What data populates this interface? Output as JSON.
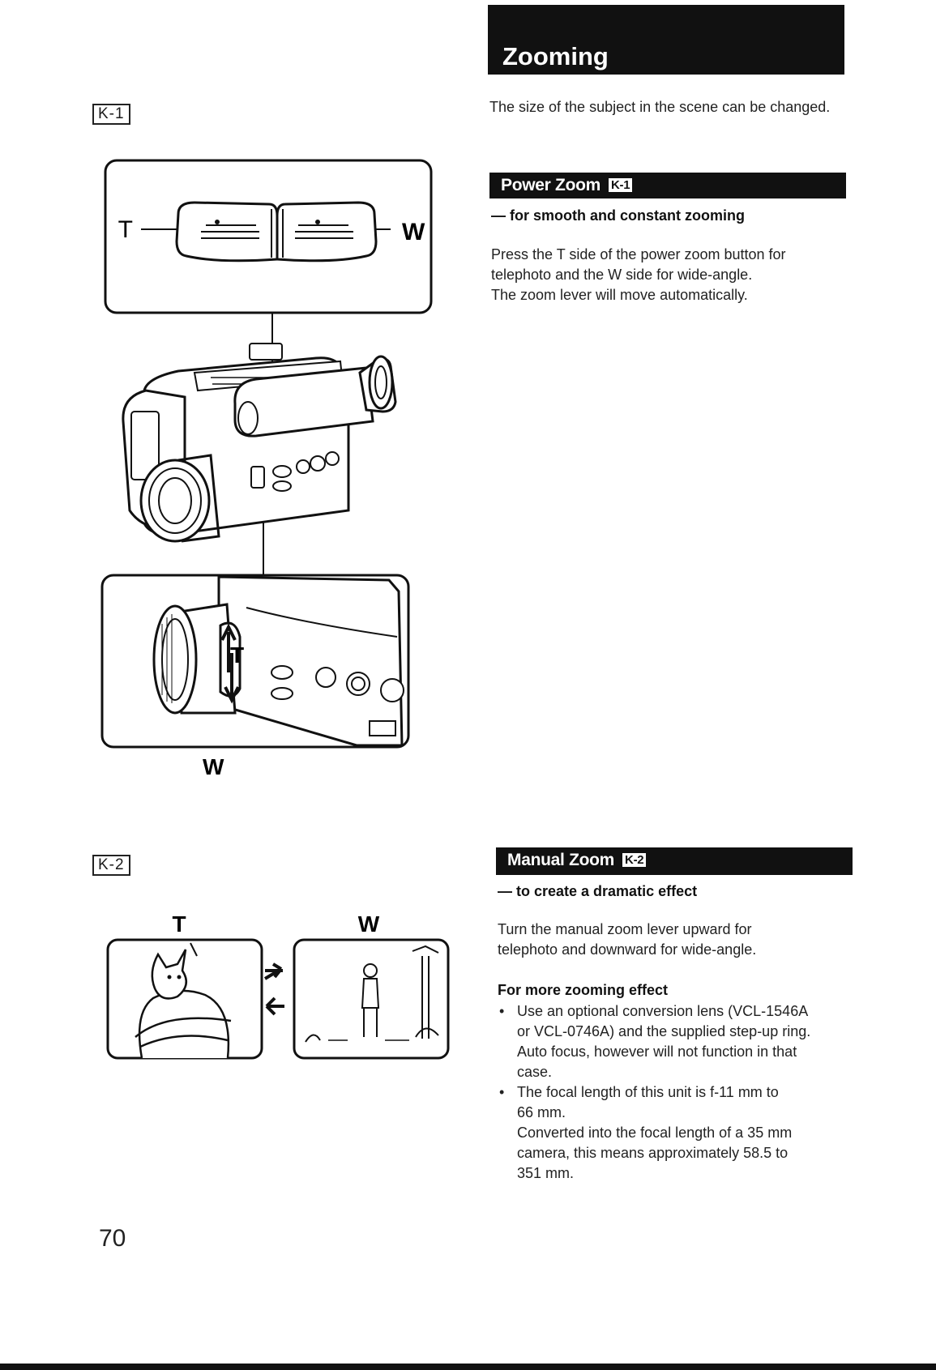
{
  "page": {
    "title": "Zooming",
    "intro": "The size of the subject in the scene can be changed.",
    "page_number": "70"
  },
  "figures": {
    "k1": {
      "ref": "K-1",
      "label_t": "T",
      "label_w": "W",
      "lever_t": "T",
      "lever_w": "W"
    },
    "k2": {
      "ref": "K-2",
      "label_t": "T",
      "label_w": "W"
    }
  },
  "power_zoom": {
    "heading": "Power Zoom",
    "ref": "K-1",
    "subtitle": "— for smooth and constant zooming",
    "body_line1": "Press the T side of the power zoom button for",
    "body_line2": "telephoto and the W side for wide-angle.",
    "body_line3": "The zoom lever will move automatically."
  },
  "manual_zoom": {
    "heading": "Manual Zoom",
    "ref": "K-2",
    "subtitle": "— to create a dramatic effect",
    "body_line1": "Turn the manual zoom lever upward for",
    "body_line2": "telephoto and downward for wide-angle.",
    "more_heading": "For more zooming effect",
    "bullet1_line1": "Use an optional conversion lens (VCL-1546A",
    "bullet1_line2": "or VCL-0746A) and the supplied step-up ring.",
    "bullet1_line3": "Auto focus, however will not function in that",
    "bullet1_line4": "case.",
    "bullet2_line1": "The focal length of this unit is f-11 mm to",
    "bullet2_line2": "66 mm.",
    "bullet2_line3": "Converted into the focal length of a 35 mm",
    "bullet2_line4": "camera, this means approximately 58.5 to",
    "bullet2_line5": "351 mm."
  }
}
